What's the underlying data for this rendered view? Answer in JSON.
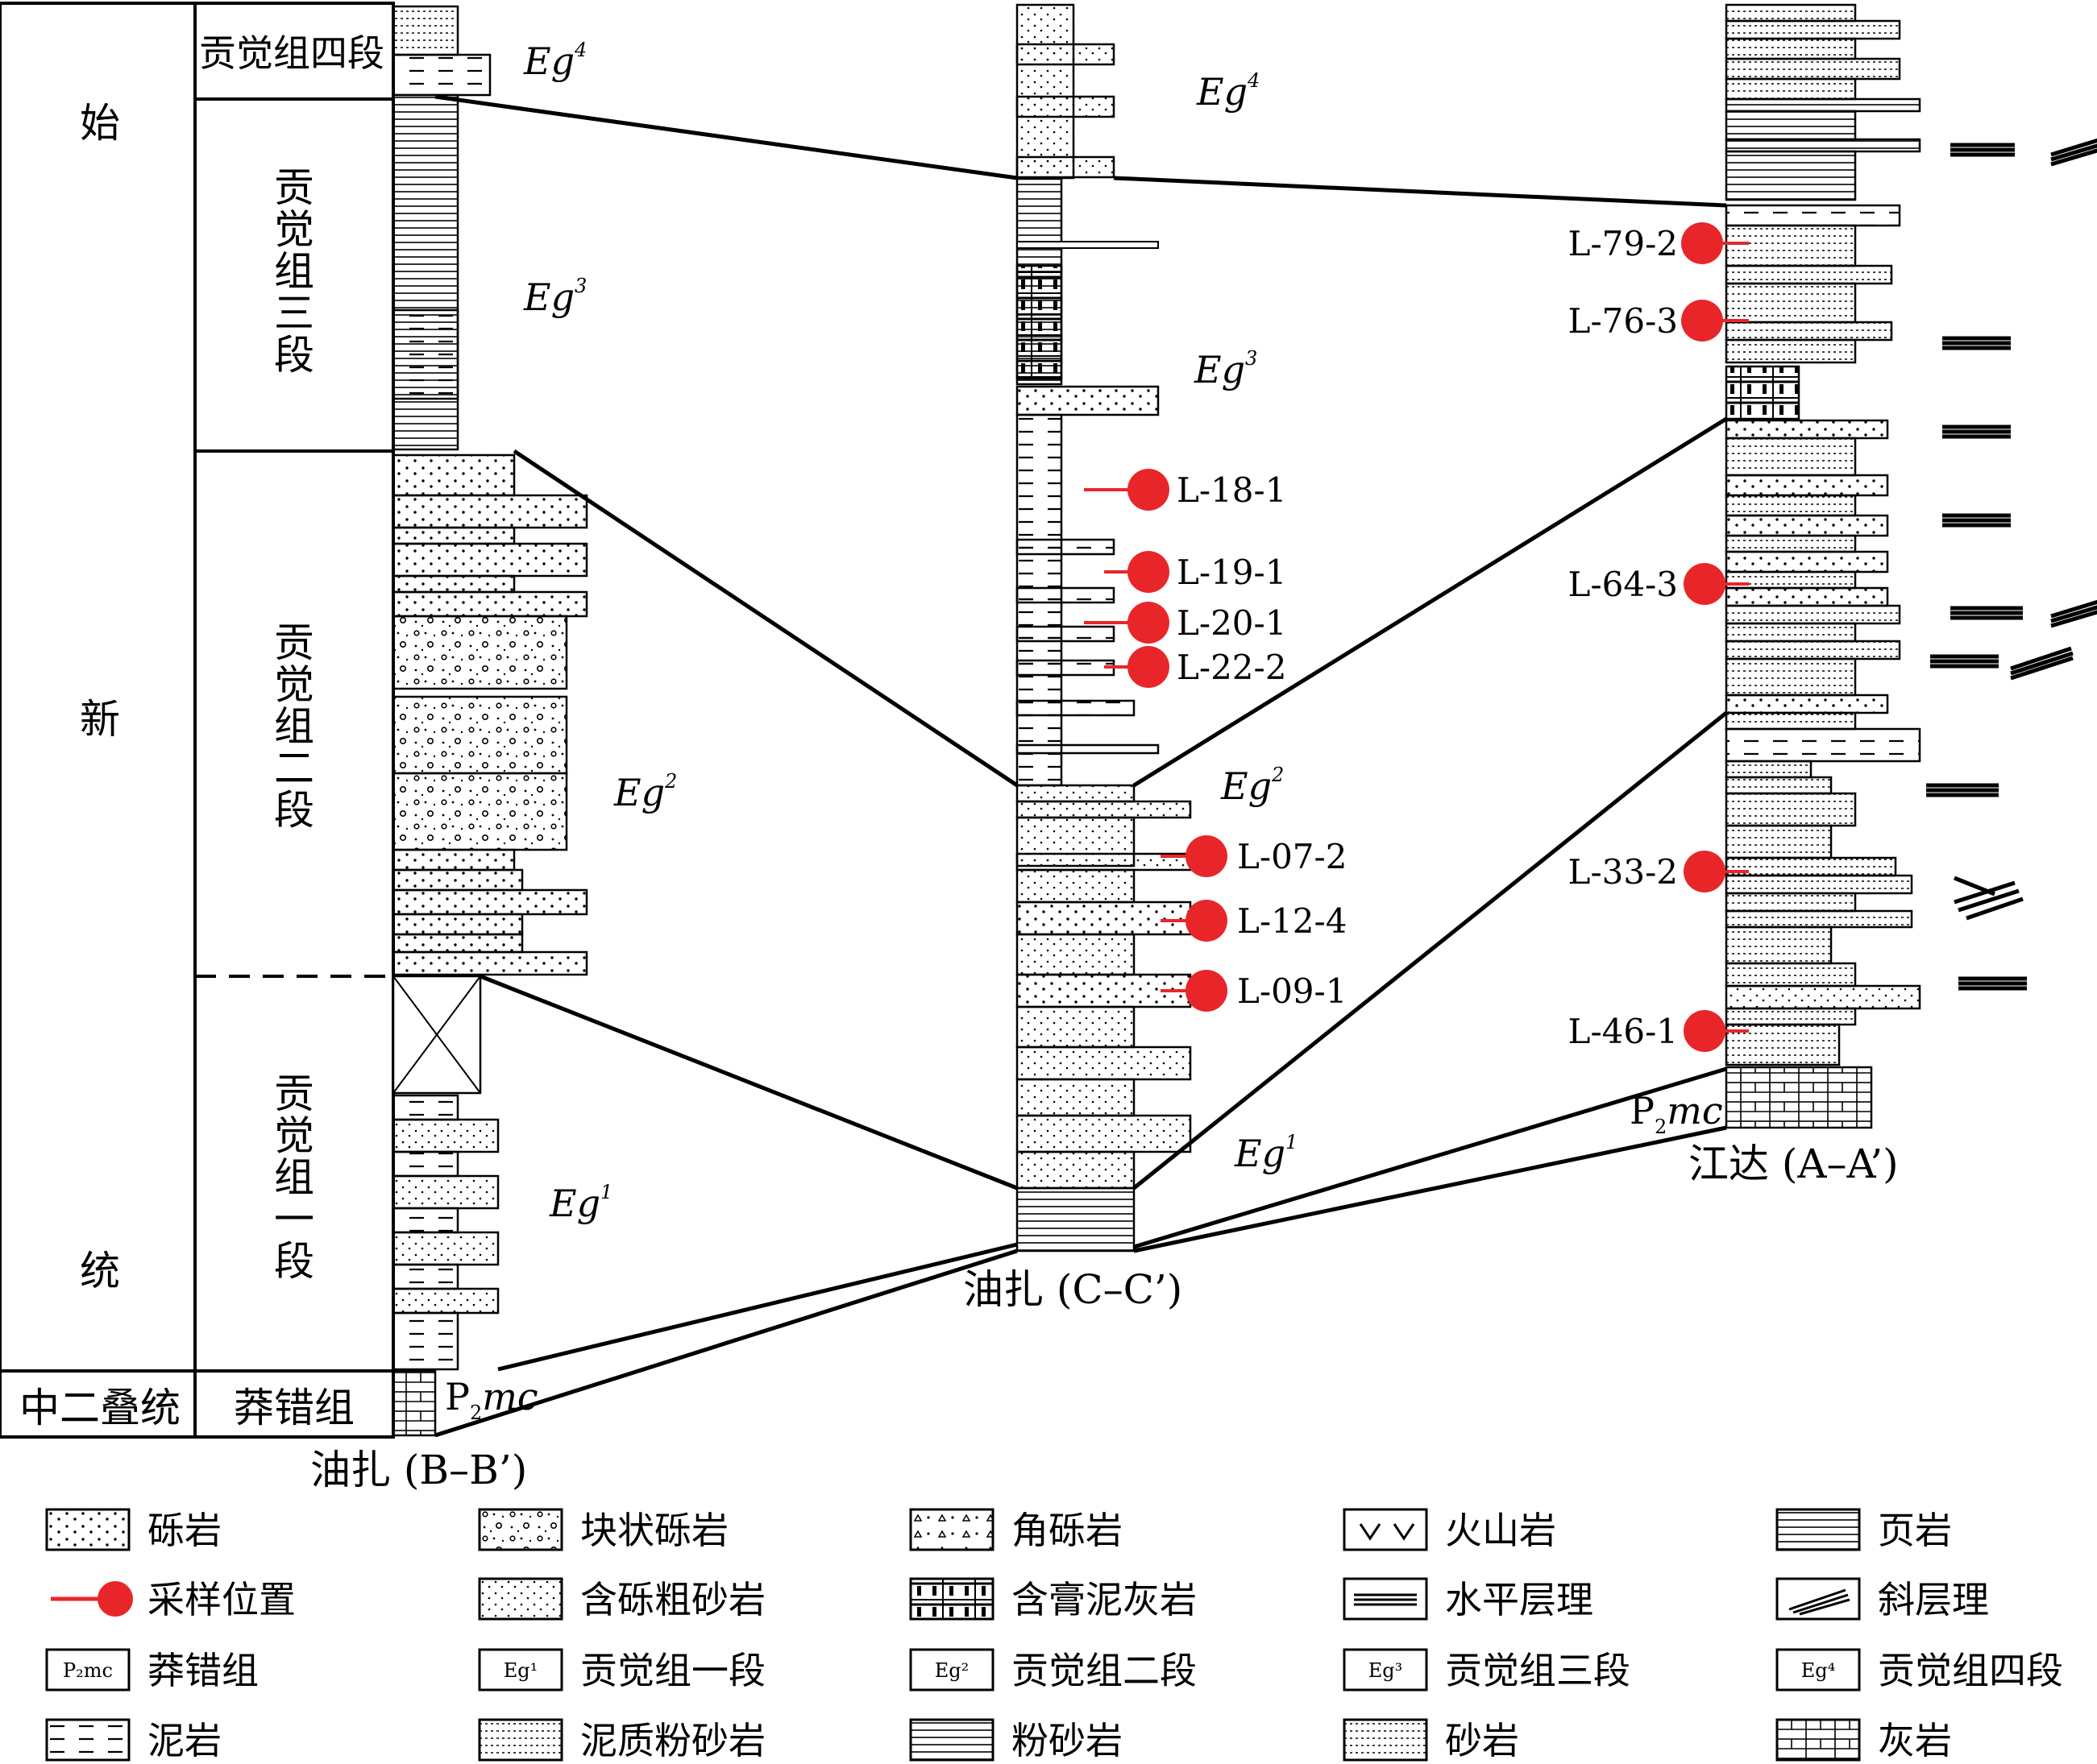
{
  "stratigraphy": {
    "series": [
      "始",
      "新",
      "统"
    ],
    "lower_series": "中二叠统",
    "members": [
      {
        "id": "eg4",
        "name": "贡觉组四段"
      },
      {
        "id": "eg3",
        "name": "贡觉组三段"
      },
      {
        "id": "eg2",
        "name": "贡觉组二段"
      },
      {
        "id": "eg1",
        "name": "贡觉组一段"
      }
    ],
    "lower_formation": "莽错组"
  },
  "columns": [
    {
      "id": "B",
      "title": "油扎 (B–B’)"
    },
    {
      "id": "C",
      "title": "油扎 (C–C’)"
    },
    {
      "id": "A",
      "title": "江达 (A–A’)"
    }
  ],
  "unit_labels": {
    "eg_base": "Eg",
    "eg4_sup": "4",
    "eg3_sup": "3",
    "eg2_sup": "2",
    "eg1_sup": "1",
    "p2mc_p": "P",
    "p2mc_sub": "2",
    "p2mc_mc": "mc"
  },
  "samples": {
    "C": [
      "L-18-1",
      "L-19-1",
      "L-20-1",
      "L-22-2",
      "L-07-2",
      "L-12-4",
      "L-09-1"
    ],
    "A": [
      "L-79-2",
      "L-76-3",
      "L-64-3",
      "L-33-2",
      "L-46-1"
    ]
  },
  "legend": [
    {
      "key": "conglomerate",
      "label": "砾岩"
    },
    {
      "key": "massive-conglomerate",
      "label": "块状砾岩"
    },
    {
      "key": "breccia",
      "label": "角砾岩"
    },
    {
      "key": "volcanic",
      "label": "火山岩"
    },
    {
      "key": "shale",
      "label": "页岩"
    },
    {
      "key": "sample-location",
      "label": "采样位置"
    },
    {
      "key": "pebbly-coarse-sandstone",
      "label": "含砾粗砂岩"
    },
    {
      "key": "gypsum-marl",
      "label": "含膏泥灰岩"
    },
    {
      "key": "horizontal-bedding",
      "label": "水平层理"
    },
    {
      "key": "cross-bedding",
      "label": "斜层理"
    },
    {
      "key": "p2mc",
      "label": "莽错组",
      "swatch": "P₂mc"
    },
    {
      "key": "eg1",
      "label": "贡觉组一段",
      "swatch": "Eg¹"
    },
    {
      "key": "eg2",
      "label": "贡觉组二段",
      "swatch": "Eg²"
    },
    {
      "key": "eg3",
      "label": "贡觉组三段",
      "swatch": "Eg³"
    },
    {
      "key": "eg4",
      "label": "贡觉组四段",
      "swatch": "Eg⁴"
    },
    {
      "key": "mudstone",
      "label": "泥岩"
    },
    {
      "key": "muddy-siltstone",
      "label": "泥质粉砂岩"
    },
    {
      "key": "siltstone",
      "label": "粉砂岩"
    },
    {
      "key": "sandstone",
      "label": "砂岩"
    },
    {
      "key": "limestone",
      "label": "灰岩"
    }
  ],
  "colors": {
    "sample": "#e8262a",
    "line": "#000000"
  }
}
